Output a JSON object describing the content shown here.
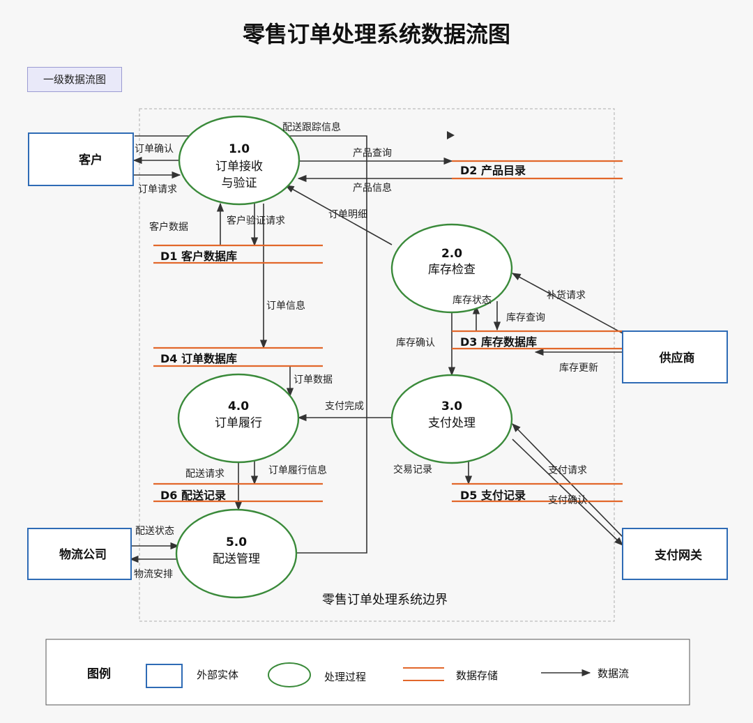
{
  "title": "零售订单处理系统数据流图",
  "level_tag": "一级数据流图",
  "boundary_label": "零售订单处理系统边界",
  "colors": {
    "entity_border": "#2e6bb5",
    "process_border": "#3a8a3a",
    "store_line": "#e2672a",
    "flow_line": "#333333",
    "boundary": "#bbbbbb"
  },
  "entities": {
    "customer": "客户",
    "supplier": "供应商",
    "logistics": "物流公司",
    "payment_gateway": "支付网关"
  },
  "processes": {
    "p1": {
      "num": "1.0",
      "line1": "订单接收",
      "line2": "与验证"
    },
    "p2": {
      "num": "2.0",
      "line1": "库存检查"
    },
    "p3": {
      "num": "3.0",
      "line1": "支付处理"
    },
    "p4": {
      "num": "4.0",
      "line1": "订单履行"
    },
    "p5": {
      "num": "5.0",
      "line1": "配送管理"
    }
  },
  "stores": {
    "d1": "D1 客户数据库",
    "d2": "D2 产品目录",
    "d3": "D3 库存数据库",
    "d4": "D4 订单数据库",
    "d5": "D5 支付记录",
    "d6": "D6 配送记录"
  },
  "flows": {
    "delivery_tracking": "配送跟踪信息",
    "order_confirm": "订单确认",
    "order_request": "订单请求",
    "product_query": "产品查询",
    "product_info": "产品信息",
    "customer_data": "客户数据",
    "customer_verify": "客户验证请求",
    "order_detail": "订单明细",
    "order_info": "订单信息",
    "restock_request": "补货请求",
    "stock_status": "库存状态",
    "stock_query": "库存查询",
    "stock_confirm": "库存确认",
    "stock_update": "库存更新",
    "order_data": "订单数据",
    "payment_done": "支付完成",
    "delivery_request": "配送请求",
    "fulfill_info": "订单履行信息",
    "transaction_record": "交易记录",
    "payment_request": "支付请求",
    "payment_confirm": "支付确认",
    "delivery_status": "配送状态",
    "logistics_arrange": "物流安排"
  },
  "legend": {
    "title": "图例",
    "entity": "外部实体",
    "process": "处理过程",
    "store": "数据存储",
    "flow": "数据流"
  }
}
